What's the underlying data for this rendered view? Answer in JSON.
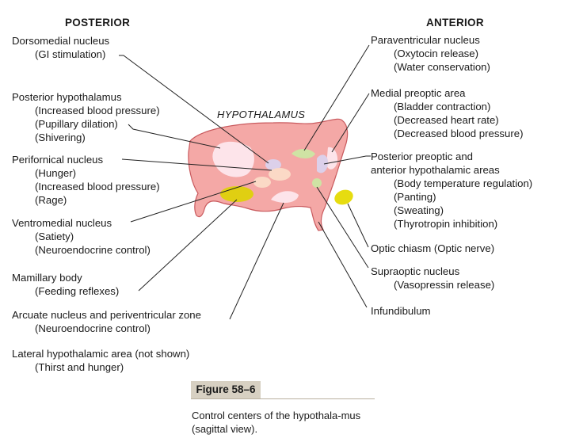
{
  "headers": {
    "posterior": "POSTERIOR",
    "anterior": "ANTERIOR"
  },
  "hypothalamus_label": "HYPOTHALAMUS",
  "left_labels": [
    {
      "name": "Dorsomedial nucleus",
      "details": [
        "(GI stimulation)"
      ]
    },
    {
      "name": "Posterior hypothalamus",
      "details": [
        "(Increased blood pressure)",
        "(Pupillary dilation)",
        "(Shivering)"
      ]
    },
    {
      "name": "Perifornical nucleus",
      "details": [
        "(Hunger)",
        "(Increased blood pressure)",
        "(Rage)"
      ]
    },
    {
      "name": "Ventromedial nucleus",
      "details": [
        "(Satiety)",
        "(Neuroendocrine control)"
      ]
    },
    {
      "name": "Mamillary body",
      "details": [
        "(Feeding reflexes)"
      ]
    },
    {
      "name": "Arcuate nucleus and periventricular zone",
      "details": [
        "(Neuroendocrine control)"
      ]
    },
    {
      "name": "Lateral hypothalamic area (not shown)",
      "details": [
        "(Thirst and hunger)"
      ]
    }
  ],
  "right_labels": [
    {
      "name": "Paraventricular nucleus",
      "details": [
        "(Oxytocin release)",
        "(Water conservation)"
      ]
    },
    {
      "name": "Medial preoptic area",
      "details": [
        "(Bladder contraction)",
        "(Decreased heart rate)",
        "(Decreased blood pressure)"
      ]
    },
    {
      "name": "Posterior preoptic and",
      "details": [
        "anterior hypothalamic areas",
        "(Body temperature regulation)",
        "(Panting)",
        "(Sweating)",
        "(Thyrotropin inhibition)"
      ]
    },
    {
      "name": "Optic chiasm (Optic nerve)",
      "details": []
    },
    {
      "name": "Supraoptic nucleus",
      "details": [
        "(Vasopressin release)"
      ]
    },
    {
      "name": "Infundibulum",
      "details": []
    }
  ],
  "figure": {
    "number": "Figure 58–6",
    "caption": "Control centers of the hypothala-mus (sagittal view)."
  },
  "colors": {
    "hypothalamus": "#f4a8a6",
    "hypothalamus_outline": "#c95a5e",
    "nucleus_light": "#fde4ea",
    "nucleus_lilac": "#dcd0ea",
    "nucleus_green": "#cfe3a4",
    "nucleus_peach": "#fbd9c6",
    "optic_chiasm": "#e6dc10",
    "mamillary": "#e0cf12",
    "leader_line": "#222222",
    "figure_badge": "#d7d0c2"
  }
}
